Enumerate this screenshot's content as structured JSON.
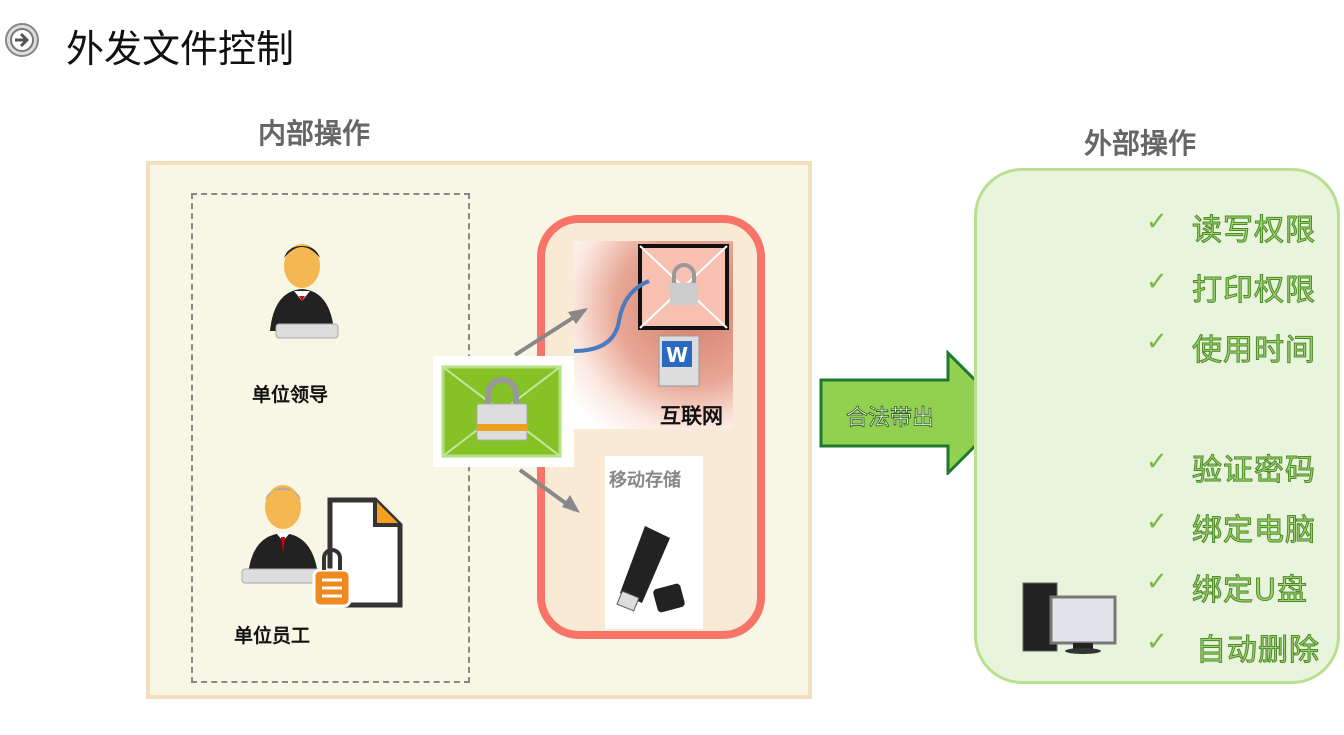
{
  "title": "外发文件控制",
  "title_icon": "circle-arrow-right-icon",
  "inner": {
    "label": "内部操作",
    "people": [
      {
        "label": "单位领导",
        "icon": "manager-icon"
      },
      {
        "label": "单位员工",
        "icon": "employee-document-icon"
      }
    ],
    "channels": [
      {
        "label": "互联网",
        "icon": "internet-icon"
      },
      {
        "label": "移动存储",
        "icon": "usb-drive-icon"
      }
    ]
  },
  "arrow": {
    "label": "合法带出"
  },
  "outer": {
    "label": "外部操作",
    "features": [
      "读写权限",
      "打印权限",
      "使用时间",
      "验证密码",
      "绑定电脑",
      "绑定U盘",
      "自动删除"
    ],
    "check_glyph": "✓"
  },
  "colors": {
    "arrow_fill": "#92d050",
    "arrow_stroke": "#1e7a30",
    "red_box": "#f87468",
    "outer_border": "#b8e08e"
  }
}
